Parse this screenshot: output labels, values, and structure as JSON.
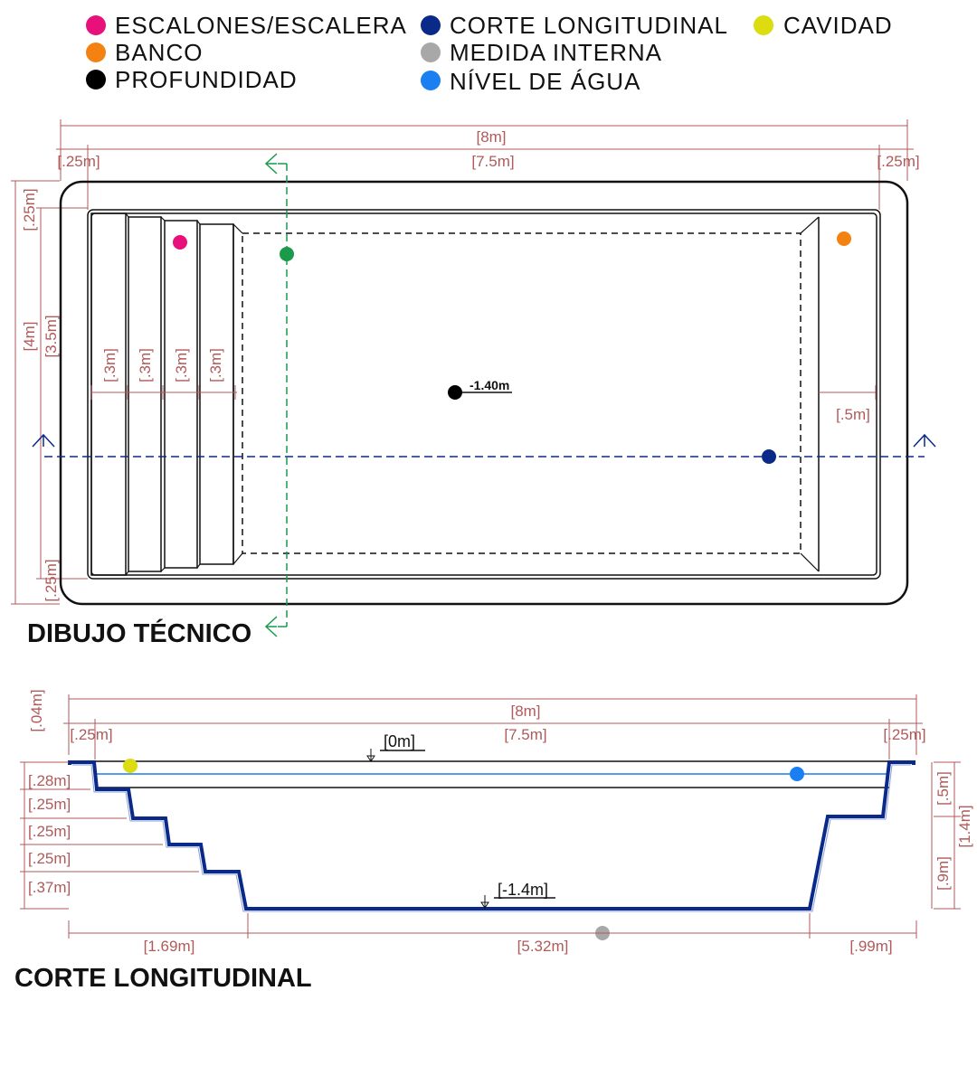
{
  "legend": {
    "steps": {
      "label": "ESCALONES/ESCALERA",
      "color": "#e8107a"
    },
    "bench": {
      "label": "BANCO",
      "color": "#f48211"
    },
    "depth": {
      "label": "PROFUNDIDAD",
      "color": "#000000"
    },
    "section": {
      "label": "CORTE LONGITUDINAL",
      "color": "#0a2a8a"
    },
    "internal": {
      "label": "MEDIDA INTERNA",
      "color": "#a8a8a8"
    },
    "water": {
      "label": "NÍVEL DE ÁGUA",
      "color": "#1a7ff0"
    },
    "cavity": {
      "label": "CAVIDAD",
      "color": "#dcdc10"
    }
  },
  "plan": {
    "title": "DIBUJO TÉCNICO",
    "dims": {
      "total_length": "[8m]",
      "inner_length": "[7.5m]",
      "left_edge": "[.25m]",
      "right_edge": "[.25m]",
      "top_edge": "[.25m]",
      "total_width": "[4m]",
      "inner_width": "[3.5m]",
      "bottom_edge": "[.25m]",
      "step1": "[.3m]",
      "step2": "[.3m]",
      "step3": "[.3m]",
      "step4": "[.3m]",
      "bench_width": "[.5m]",
      "depth_value": "-1.40m"
    }
  },
  "section": {
    "title": "CORTE LONGITUDINAL",
    "dims": {
      "rim_height": "[.04m]",
      "total_length": "[8m]",
      "inner_length": "[7.5m]",
      "left_edge": "[.25m]",
      "right_edge": "[.25m]",
      "top_level": "[0m]",
      "bottom_level": "[-1.4m]",
      "rise1": "[.28m]",
      "rise2": "[.25m]",
      "rise3": "[.25m]",
      "rise4": "[.25m]",
      "rise5": "[.37m]",
      "bench_depth": "[.5m]",
      "total_depth": "[1.4m]",
      "lower_depth": "[.9m]",
      "steps_length": "[1.69m]",
      "floor_length": "[5.32m]",
      "bench_length": "[.99m]"
    }
  }
}
